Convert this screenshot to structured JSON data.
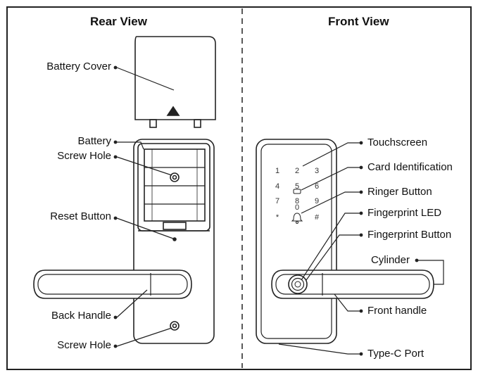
{
  "rear": {
    "title": "Rear View",
    "labels": {
      "battery_cover": "Battery Cover",
      "battery": "Battery",
      "screw_hole_top": "Screw Hole",
      "reset_button": "Reset Button",
      "back_handle": "Back Handle",
      "screw_hole_bottom": "Screw Hole"
    }
  },
  "front": {
    "title": "Front View",
    "labels": {
      "touchscreen": "Touchscreen",
      "card_identification": "Card Identification",
      "ringer_button": "Ringer Button",
      "fingerprint_led": "Fingerprint LED",
      "fingerprint_button": "Fingerprint Button",
      "cylinder": "Cylinder",
      "front_handle": "Front handle",
      "type_c_port": "Type-C Port"
    },
    "keypad": {
      "keys": [
        "1",
        "2",
        "3",
        "4",
        "5",
        "6",
        "7",
        "8",
        "9",
        "*",
        "0",
        "#"
      ]
    }
  }
}
